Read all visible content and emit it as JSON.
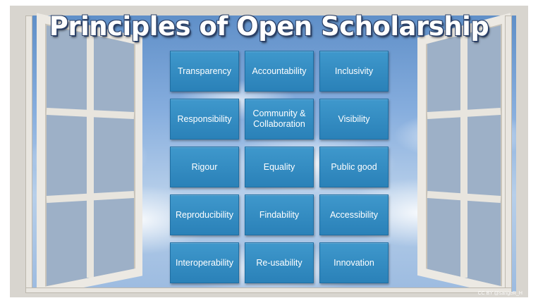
{
  "slide": {
    "title": "Principles of Open Scholarship",
    "credit": "CC BY @sangeR_H"
  },
  "principles": [
    "Transparency",
    "Accountability",
    "Inclusivity",
    "Responsibility",
    "Community &\nCollaboration",
    "Visibility",
    "Rigour",
    "Equality",
    "Public good",
    "Reproducibility",
    "Findability",
    "Accessibility",
    "Interoperability",
    "Re-usability",
    "Innovation"
  ],
  "colors": {
    "tile": "#2f8cc4",
    "frame": "#e9e6e0",
    "title_outline": "#2a3f66"
  }
}
